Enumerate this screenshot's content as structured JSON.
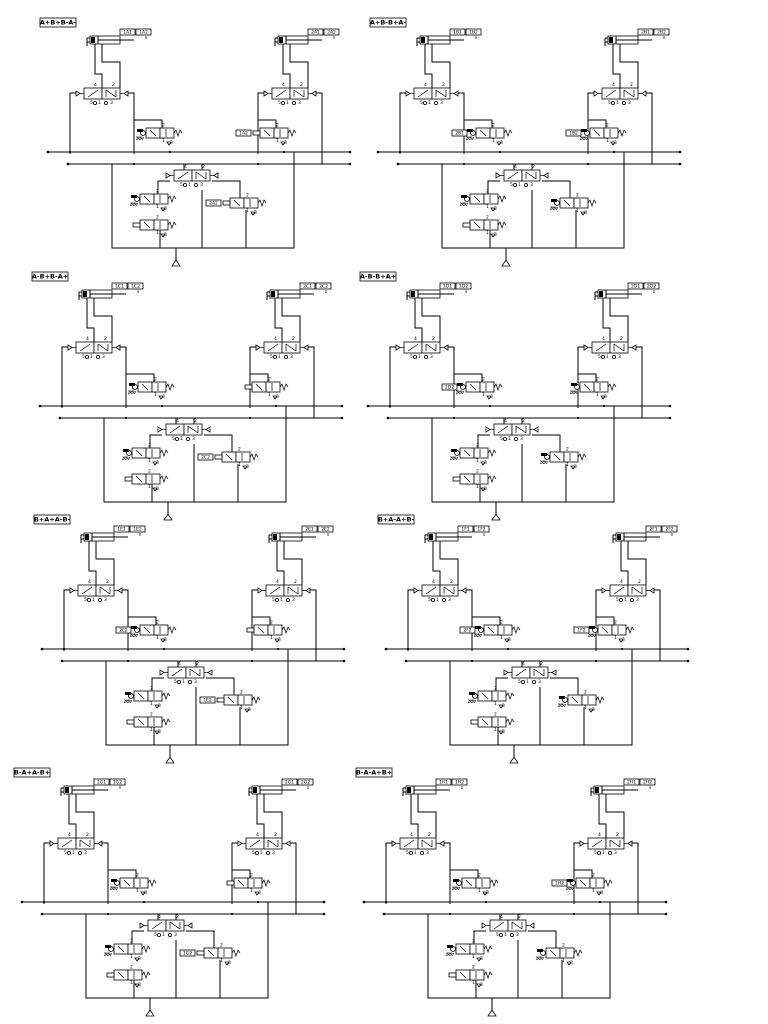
{
  "colors": {
    "line": "#000000",
    "background": "#ffffff"
  },
  "circuits": [
    {
      "sequence": "A+B+B-A-",
      "cyl1_labels": [
        "1A1",
        "1A2"
      ],
      "cyl2_labels": [
        "2A1",
        "2A2"
      ],
      "tag_left": "",
      "tag_right": "1A2",
      "tag_bottom_right": "2A2"
    },
    {
      "sequence": "A+B-B+A-",
      "cyl1_labels": [
        "1B1",
        "1B2"
      ],
      "cyl2_labels": [
        "2B1",
        "2B2"
      ],
      "tag_left": "2B1",
      "tag_right": "1B2",
      "tag_bottom_right": ""
    },
    {
      "sequence": "A-B+B-A+",
      "cyl1_labels": [
        "1C1",
        "1C2"
      ],
      "cyl2_labels": [
        "2C1",
        "2C2"
      ],
      "tag_left": "",
      "tag_right": "",
      "tag_bottom_right": "2C2"
    },
    {
      "sequence": "A-B-B+A+",
      "cyl1_labels": [
        "1D1",
        "1D2"
      ],
      "cyl2_labels": [
        "2D1",
        "2D2"
      ],
      "tag_left": "2D2",
      "tag_right": "",
      "tag_bottom_right": ""
    },
    {
      "sequence": "B+A+A-B-",
      "cyl1_labels": [
        "1E1",
        "1E2"
      ],
      "cyl2_labels": [
        "2E1",
        "2E2"
      ],
      "tag_left": "2E2",
      "tag_right": "",
      "tag_bottom_right": "1E2"
    },
    {
      "sequence": "B+A-A+B-",
      "cyl1_labels": [
        "1F1",
        "1F2"
      ],
      "cyl2_labels": [
        "2F1",
        "2F2"
      ],
      "tag_left": "2F2",
      "tag_right": "1F2",
      "tag_bottom_right": ""
    },
    {
      "sequence": "B-A+A-B+",
      "cyl1_labels": [
        "1G1",
        "1G2"
      ],
      "cyl2_labels": [
        "2G1",
        "2G2"
      ],
      "tag_left": "",
      "tag_right": "",
      "tag_bottom_right": "1G2"
    },
    {
      "sequence": "B-A-A+B+",
      "cyl1_labels": [
        "1H1",
        "1H2"
      ],
      "cyl2_labels": [
        "2H1",
        "2H2"
      ],
      "tag_left": "",
      "tag_right": "1H2",
      "tag_bottom_right": ""
    }
  ],
  "port_numbers": {
    "a": "4",
    "b": "2",
    "exhaust1": "5",
    "pressure": "1",
    "exhaust2": "3"
  }
}
